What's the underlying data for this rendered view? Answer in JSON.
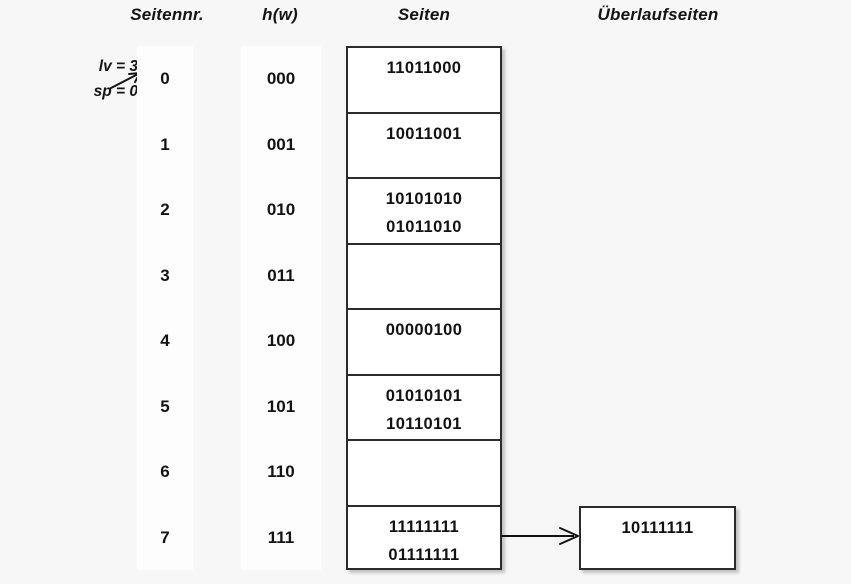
{
  "headers": {
    "seitennr": "Seitennr.",
    "hw": "h(w)",
    "seiten": "Seiten",
    "ueberlaufseiten": "Überlaufseiten"
  },
  "annotation": {
    "lv": "lv = 3",
    "sp": "sp = 0",
    "arrow_icon": "arrow-pointer-icon"
  },
  "colors": {
    "background": "#f7f7f7",
    "box_border": "#2b2b2b",
    "box_fill": "#ffffff",
    "text": "#121212",
    "strip_fill": "#fdfdfd"
  },
  "rows": [
    {
      "num": "0",
      "hash": "000",
      "entries": [
        "11011000"
      ]
    },
    {
      "num": "1",
      "hash": "001",
      "entries": [
        "10011001"
      ]
    },
    {
      "num": "2",
      "hash": "010",
      "entries": [
        "10101010",
        "01011010"
      ]
    },
    {
      "num": "3",
      "hash": "011",
      "entries": []
    },
    {
      "num": "4",
      "hash": "100",
      "entries": [
        "00000100"
      ]
    },
    {
      "num": "5",
      "hash": "101",
      "entries": [
        "01010101",
        "10110101"
      ]
    },
    {
      "num": "6",
      "hash": "110",
      "entries": []
    },
    {
      "num": "7",
      "hash": "111",
      "entries": [
        "11111111",
        "01111111"
      ]
    }
  ],
  "overflow": {
    "from_row": "7",
    "arrow_icon": "arrow-right-icon",
    "entries": [
      "10111111"
    ]
  }
}
